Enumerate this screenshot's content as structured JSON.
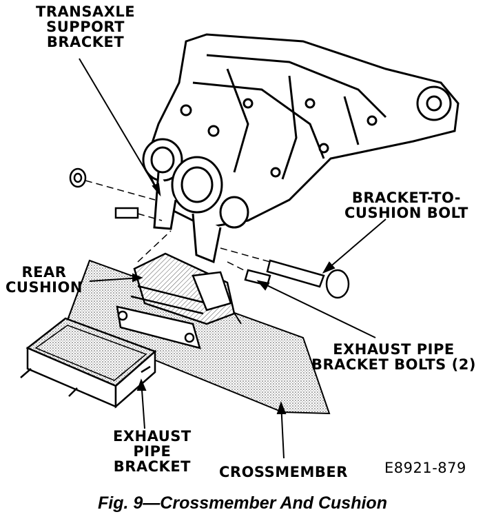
{
  "labels": {
    "transaxle_support_bracket": [
      "TRANSAXLE",
      "SUPPORT",
      "BRACKET"
    ],
    "bracket_to_cushion_bolt": [
      "BRACKET-TO-",
      "CUSHION BOLT"
    ],
    "rear_cushion": [
      "REAR",
      "CUSHION"
    ],
    "exhaust_pipe_bracket_bolts": [
      "EXHAUST PIPE",
      "BRACKET BOLTS (2)"
    ],
    "exhaust_pipe_bracket": [
      "EXHAUST",
      "PIPE",
      "BRACKET"
    ],
    "crossmember": "CROSSMEMBER",
    "figure_code": "E8921-879"
  },
  "caption": "Fig. 9—Crossmember And Cushion",
  "colors": {
    "ink": "#000000",
    "paper": "#ffffff",
    "stipple": "#9a9a9a"
  }
}
